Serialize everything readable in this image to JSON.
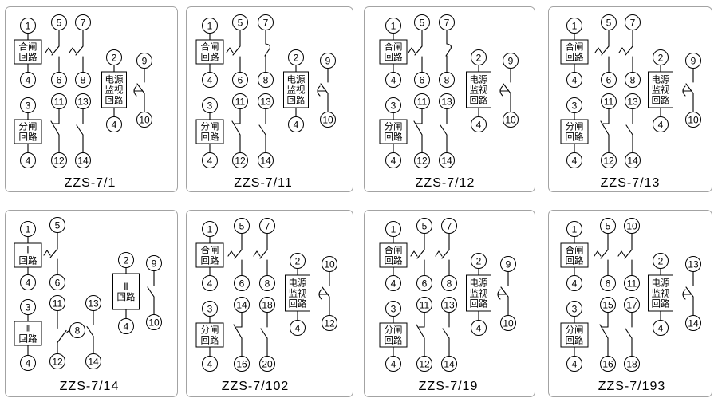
{
  "panels": [
    {
      "caption": "ZZS-7/1",
      "circuits": [
        {
          "top": "1",
          "lines": [
            "合闸",
            "回路"
          ],
          "bottom": "4"
        },
        {
          "top": "3",
          "lines": [
            "分闸",
            "回路"
          ],
          "bottom": "4"
        },
        {
          "top": "2",
          "lines": [
            "电源",
            "监视",
            "回路"
          ],
          "bottom": "4"
        }
      ],
      "contacts": [
        {
          "top": "5",
          "bottom": "6",
          "symbol": "hook-make-contact"
        },
        {
          "top": "7",
          "bottom": "8",
          "symbol": "hook-make-contact"
        },
        {
          "top": "11",
          "bottom": "12",
          "symbol": "break-contact"
        },
        {
          "top": "13",
          "bottom": "14",
          "symbol": "make-contact"
        },
        {
          "top": "9",
          "bottom": "10",
          "symbol": "delay-contact"
        }
      ]
    },
    {
      "caption": "ZZS-7/11",
      "circuits": [
        {
          "top": "1",
          "lines": [
            "合闸",
            "回路"
          ],
          "bottom": "4"
        },
        {
          "top": "3",
          "lines": [
            "分闸",
            "回路"
          ],
          "bottom": "4"
        },
        {
          "top": "2",
          "lines": [
            "电源",
            "监视",
            "回路"
          ],
          "bottom": "4"
        }
      ],
      "contacts": [
        {
          "top": "5",
          "bottom": "6",
          "symbol": "hook-make-contact"
        },
        {
          "top": "7",
          "bottom": "8",
          "symbol": "hook-break-contact"
        },
        {
          "top": "11",
          "bottom": "12",
          "symbol": "break-contact"
        },
        {
          "top": "13",
          "bottom": "14",
          "symbol": "make-contact"
        },
        {
          "top": "9",
          "bottom": "10",
          "symbol": "delay-contact"
        }
      ]
    },
    {
      "caption": "ZZS-7/12",
      "circuits": [
        {
          "top": "1",
          "lines": [
            "合闸",
            "回路"
          ],
          "bottom": "4"
        },
        {
          "top": "3",
          "lines": [
            "分闸",
            "回路"
          ],
          "bottom": "4"
        },
        {
          "top": "2",
          "lines": [
            "电源",
            "监视",
            "回路"
          ],
          "bottom": "4"
        }
      ],
      "contacts": [
        {
          "top": "5",
          "bottom": "6",
          "symbol": "hook-make-contact"
        },
        {
          "top": "7",
          "bottom": "8",
          "symbol": "hook-break-contact"
        },
        {
          "top": "11",
          "bottom": "12",
          "symbol": "break-contact"
        },
        {
          "top": "13",
          "bottom": "14",
          "symbol": "make-contact"
        },
        {
          "top": "9",
          "bottom": "10",
          "symbol": "delay-contact"
        }
      ]
    },
    {
      "caption": "ZZS-7/13",
      "circuits": [
        {
          "top": "1",
          "lines": [
            "合闸",
            "回路"
          ],
          "bottom": "4"
        },
        {
          "top": "3",
          "lines": [
            "分闸",
            "回路"
          ],
          "bottom": "4"
        },
        {
          "top": "2",
          "lines": [
            "电源",
            "监视",
            "回路"
          ],
          "bottom": "4"
        }
      ],
      "contacts": [
        {
          "top": "5",
          "bottom": "6",
          "symbol": "hook-make-contact"
        },
        {
          "top": "7",
          "bottom": "8",
          "symbol": "hook-make-contact"
        },
        {
          "top": "11",
          "bottom": "12",
          "symbol": "break-contact"
        },
        {
          "top": "13",
          "bottom": "14",
          "symbol": "make-contact"
        },
        {
          "top": "9",
          "bottom": "10",
          "symbol": "delay-contact"
        }
      ]
    },
    {
      "caption": "ZZS-7/14",
      "circuits": [
        {
          "top": "1",
          "lines": [
            "Ⅰ",
            "回路"
          ],
          "bottom": "4"
        },
        {
          "top": "3",
          "lines": [
            "Ⅲ",
            "回路"
          ],
          "bottom": "4"
        },
        {
          "top": "2",
          "lines": [
            "Ⅱ",
            "回路"
          ],
          "bottom": "4"
        }
      ],
      "contacts": [
        {
          "top": "5",
          "bottom": "6",
          "symbol": "hook-make-contact"
        },
        {
          "top": "11",
          "bottom": "12",
          "branch": "8",
          "symbol": "changeover-contact"
        },
        {
          "top": "13",
          "bottom": "14",
          "symbol": "make-contact"
        },
        {
          "top": "9",
          "bottom": "10",
          "symbol": "make-contact"
        }
      ]
    },
    {
      "caption": "ZZS-7/102",
      "circuits": [
        {
          "top": "1",
          "lines": [
            "合闸",
            "回路"
          ],
          "bottom": "4"
        },
        {
          "top": "3",
          "lines": [
            "分闸",
            "回路"
          ],
          "bottom": "4"
        },
        {
          "top": "2",
          "lines": [
            "电源",
            "监视",
            "回路"
          ],
          "bottom": "4"
        }
      ],
      "contacts": [
        {
          "top": "5",
          "bottom": "6",
          "symbol": "hook-make-contact"
        },
        {
          "top": "7",
          "bottom": "8",
          "symbol": "hook-make-contact"
        },
        {
          "top": "14",
          "bottom": "16",
          "symbol": "break-contact"
        },
        {
          "top": "18",
          "bottom": "20",
          "symbol": "make-contact"
        },
        {
          "top": "10",
          "bottom": "12",
          "symbol": "delay-contact"
        }
      ]
    },
    {
      "caption": "ZZS-7/19",
      "circuits": [
        {
          "top": "1",
          "lines": [
            "合闸",
            "回路"
          ],
          "bottom": "4"
        },
        {
          "top": "3",
          "lines": [
            "分闸",
            "回路"
          ],
          "bottom": "4"
        },
        {
          "top": "2",
          "lines": [
            "电源",
            "监视",
            "回路"
          ],
          "bottom": "4"
        }
      ],
      "contacts": [
        {
          "top": "5",
          "bottom": "6",
          "symbol": "hook-make-contact"
        },
        {
          "top": "7",
          "bottom": "8",
          "symbol": "hook-make-contact"
        },
        {
          "top": "11",
          "bottom": "12",
          "symbol": "break-contact"
        },
        {
          "top": "13",
          "bottom": "14",
          "symbol": "make-contact"
        },
        {
          "top": "9",
          "bottom": "10",
          "symbol": "delay-contact"
        }
      ]
    },
    {
      "caption": "ZZS-7/193",
      "circuits": [
        {
          "top": "1",
          "lines": [
            "合闸",
            "回路"
          ],
          "bottom": "4"
        },
        {
          "top": "3",
          "lines": [
            "分闸",
            "回路"
          ],
          "bottom": "4"
        },
        {
          "top": "2",
          "lines": [
            "电源",
            "监视",
            "回路"
          ],
          "bottom": "4"
        }
      ],
      "contacts": [
        {
          "top": "5",
          "bottom": "6",
          "symbol": "hook-make-contact"
        },
        {
          "top": "10",
          "bottom": "11",
          "symbol": "hook-make-contact"
        },
        {
          "top": "15",
          "bottom": "16",
          "symbol": "break-contact"
        },
        {
          "top": "17",
          "bottom": "18",
          "symbol": "make-contact"
        },
        {
          "top": "13",
          "bottom": "14",
          "symbol": "delay-contact"
        }
      ]
    }
  ]
}
